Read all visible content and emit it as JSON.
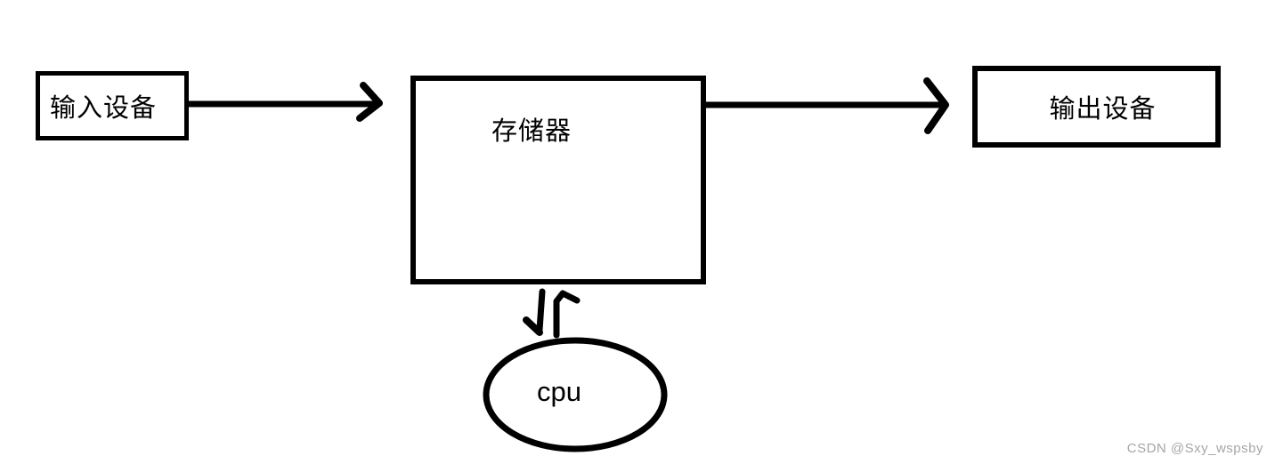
{
  "diagram": {
    "nodes": {
      "input": {
        "label": "输入设备",
        "shape": "rectangle"
      },
      "memory": {
        "label": "存储器",
        "shape": "rectangle"
      },
      "output": {
        "label": "输出设备",
        "shape": "rectangle"
      },
      "cpu": {
        "label": "cpu",
        "shape": "ellipse"
      }
    },
    "edges": [
      {
        "from": "input",
        "to": "memory",
        "type": "arrow-right"
      },
      {
        "from": "memory",
        "to": "output",
        "type": "arrow-right"
      },
      {
        "from": "memory",
        "to": "cpu",
        "type": "double-arrow-vertical"
      }
    ],
    "stroke_color": "#000000",
    "background_color": "#ffffff"
  },
  "watermark": {
    "text": "CSDN @Sxy_wspsby",
    "color": "#a6a6a6"
  }
}
